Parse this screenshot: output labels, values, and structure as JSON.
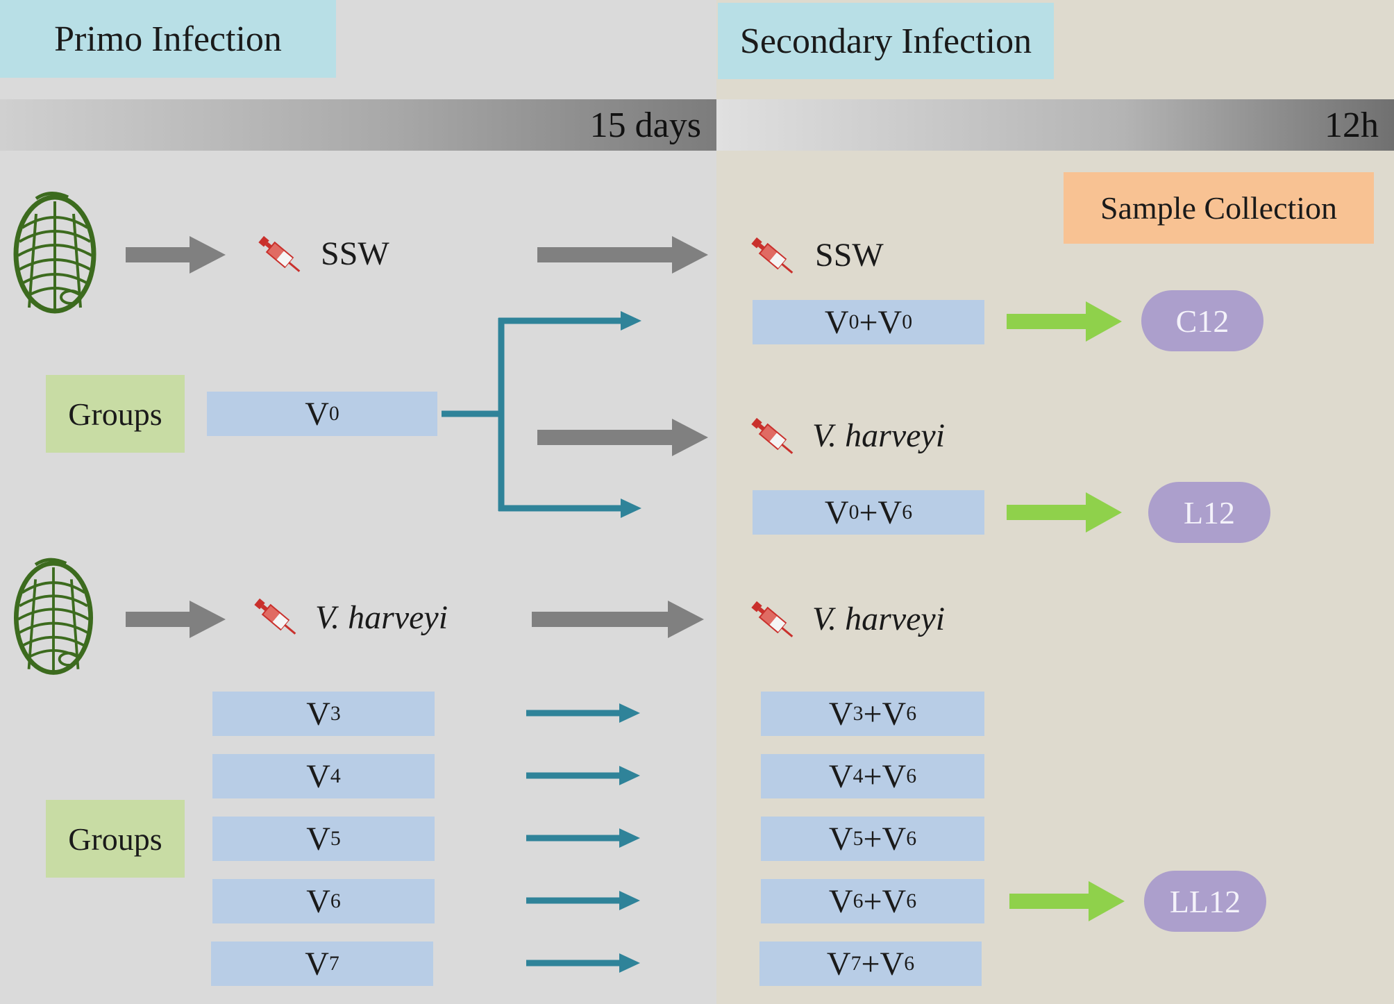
{
  "primo": {
    "title": "Primo Infection",
    "duration": "15 days"
  },
  "secondary": {
    "title": "Secondary Infection",
    "duration": "12h"
  },
  "sample_collection": "Sample Collection",
  "treatments": {
    "ssw": "SSW",
    "vharveyi": "V. harveyi"
  },
  "groups_label": "Groups",
  "primo_groups": {
    "v0": {
      "base": "V",
      "sub": "0"
    },
    "v3": {
      "base": "V",
      "sub": "3"
    },
    "v4": {
      "base": "V",
      "sub": "4"
    },
    "v5": {
      "base": "V",
      "sub": "5"
    },
    "v6": {
      "base": "V",
      "sub": "6"
    },
    "v7": {
      "base": "V",
      "sub": "7"
    }
  },
  "secondary_groups": {
    "v0v0": {
      "a": "V",
      "a_sub": "0",
      "plus": "+",
      "b": "V",
      "b_sub": "0"
    },
    "v0v6": {
      "a": "V",
      "a_sub": "0",
      "plus": "+",
      "b": "V",
      "b_sub": "6"
    },
    "v3v6": {
      "a": "V",
      "a_sub": "3",
      "plus": "+",
      "b": "V",
      "b_sub": "6"
    },
    "v4v6": {
      "a": "V",
      "a_sub": "4",
      "plus": "+",
      "b": "V",
      "b_sub": "6"
    },
    "v5v6": {
      "a": "V",
      "a_sub": "5",
      "plus": "+",
      "b": "V",
      "b_sub": "6"
    },
    "v6v6": {
      "a": "V",
      "a_sub": "6",
      "plus": "+",
      "b": "V",
      "b_sub": "6"
    },
    "v7v6": {
      "a": "V",
      "a_sub": "7",
      "plus": "+",
      "b": "V",
      "b_sub": "6"
    }
  },
  "samples": {
    "c12": "C12",
    "l12": "L12",
    "ll12": "LL12"
  },
  "colors": {
    "primo_panel": "#dadada",
    "secondary_panel": "#dedace",
    "header": "#b8dfe6",
    "group_box": "#b8cde6",
    "groups_label": "#c8dca4",
    "sample_collection": "#f8c293",
    "sample_pill": "#ac9fcc",
    "gray_arrow": "#808080",
    "teal_arrow": "#2f8399",
    "green_arrow": "#8fd14b",
    "syringe": "#d9534f",
    "abalone": "#3c6b1e"
  },
  "icons": [
    "abalone-icon",
    "syringe-icon"
  ]
}
